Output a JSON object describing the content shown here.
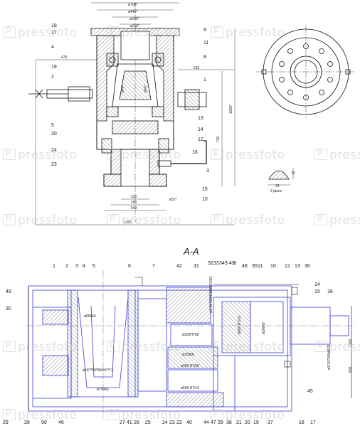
{
  "watermark": "pressfoto",
  "section_label": "A-A",
  "top_dims": [
    "ø700*",
    "ø440*",
    "ø290*",
    "ø230*"
  ],
  "side_dims": [
    "470",
    "315",
    "1200*",
    "700"
  ],
  "small_dims": [
    "ø45*",
    "ø45*",
    "ø52*"
  ],
  "bottom_dims": [
    "230",
    "290",
    "540",
    "1490"
  ],
  "detail": {
    "dim_h": "12",
    "dim_w": "24",
    "note": "2 place"
  },
  "top_callouts_left": [
    "18",
    "17",
    "4",
    "19",
    "2",
    "5",
    "20",
    "24",
    "23"
  ],
  "top_callouts_right": [
    "9",
    "11",
    "8",
    "1",
    "13",
    "14",
    "12",
    "16",
    "3",
    "15",
    "10"
  ],
  "section_callouts_top": [
    "1",
    "2",
    "3",
    "4",
    "5",
    "6",
    "7",
    "42",
    "31",
    "32",
    "33",
    "34",
    "9",
    "43",
    "8",
    "48",
    "35",
    "11",
    "10",
    "12",
    "13",
    "36",
    "14",
    "15",
    "16"
  ],
  "section_callouts_left": [
    "49",
    "30"
  ],
  "section_callouts_right": [
    "45"
  ],
  "section_callouts_bottom": [
    "29",
    "28",
    "50",
    "46",
    "27",
    "41",
    "26",
    "25",
    "24",
    "23",
    "22",
    "40",
    "44",
    "47",
    "39",
    "38",
    "21",
    "20",
    "19",
    "37",
    "18",
    "17"
  ],
  "section_dims": [
    "ø650k6",
    "ø18*750*800H7*C1",
    "ø750k6",
    "ø300H7d8",
    "ø350k6",
    "ø450 H7/k5",
    "ø500 H7/L0",
    "ø800 H7/L0",
    "ø300k6",
    "ø1*20*280H11/f8/11/51",
    "ø1*20*280d8/11",
    "1300",
    "800"
  ]
}
